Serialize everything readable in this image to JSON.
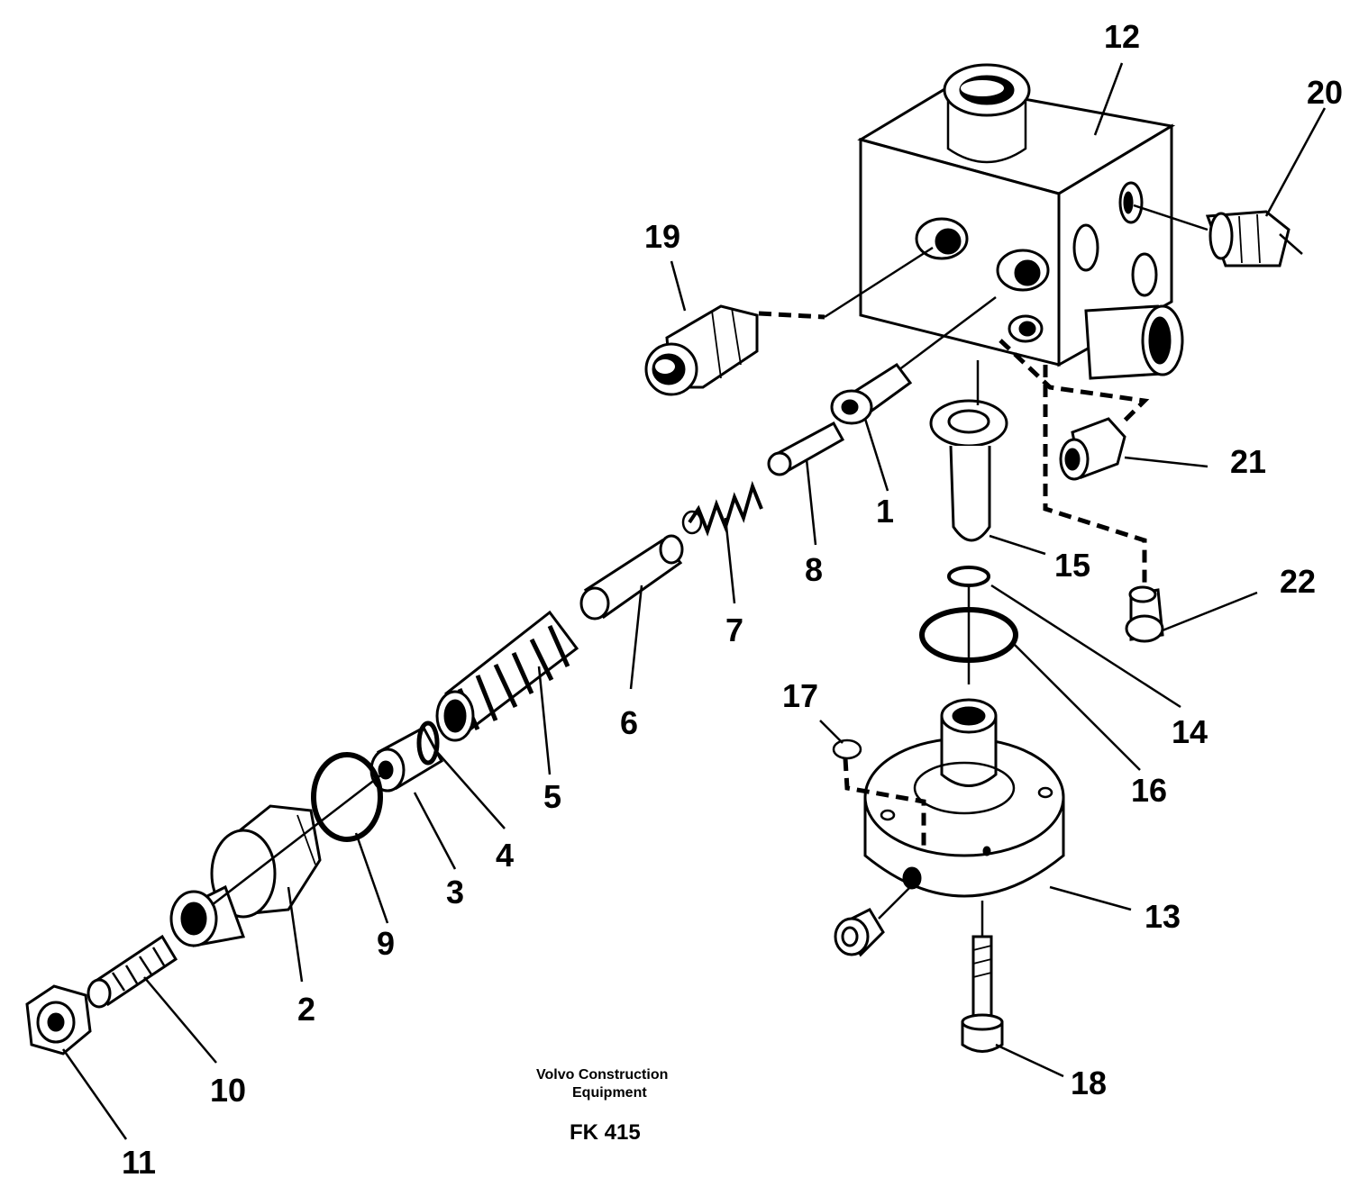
{
  "diagram": {
    "callouts": [
      {
        "id": "1",
        "label": "1"
      },
      {
        "id": "2",
        "label": "2"
      },
      {
        "id": "3",
        "label": "3"
      },
      {
        "id": "4",
        "label": "4"
      },
      {
        "id": "5",
        "label": "5"
      },
      {
        "id": "6",
        "label": "6"
      },
      {
        "id": "7",
        "label": "7"
      },
      {
        "id": "8",
        "label": "8"
      },
      {
        "id": "9",
        "label": "9"
      },
      {
        "id": "10",
        "label": "10"
      },
      {
        "id": "11",
        "label": "11"
      },
      {
        "id": "12",
        "label": "12"
      },
      {
        "id": "13",
        "label": "13"
      },
      {
        "id": "14",
        "label": "14"
      },
      {
        "id": "15",
        "label": "15"
      },
      {
        "id": "16",
        "label": "16"
      },
      {
        "id": "17",
        "label": "17"
      },
      {
        "id": "18",
        "label": "18"
      },
      {
        "id": "19",
        "label": "19"
      },
      {
        "id": "20",
        "label": "20"
      },
      {
        "id": "21",
        "label": "21"
      },
      {
        "id": "22",
        "label": "22"
      }
    ]
  },
  "footer": {
    "company_line1": "Volvo Construction",
    "company_line2": "Equipment",
    "code": "FK 415"
  }
}
